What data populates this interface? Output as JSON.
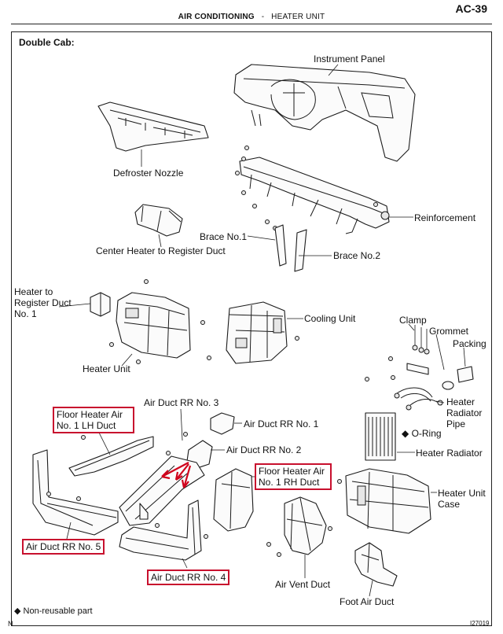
{
  "header": {
    "section": "AIR CONDITIONING",
    "separator": "-",
    "subsection": "HEATER UNIT",
    "page": "AC-39"
  },
  "subtitle": "Double Cab:",
  "labels": {
    "instrument_panel": "Instrument Panel",
    "defroster_nozzle": "Defroster Nozzle",
    "reinforcement": "Reinforcement",
    "brace_no1": "Brace No.1",
    "brace_no2": "Brace No.2",
    "center_heater_duct": "Center Heater to Register Duct",
    "heater_to_register_duct_no1": "Heater to Register Duct No. 1",
    "cooling_unit": "Cooling Unit",
    "heater_unit": "Heater Unit",
    "clamp": "Clamp",
    "grommet": "Grommet",
    "packing": "Packing",
    "heater_radiator_pipe": "Heater Radiator Pipe",
    "o_ring": "◆ O-Ring",
    "heater_radiator": "Heater Radiator",
    "heater_unit_case": "Heater Unit Case",
    "air_duct_rr_no3": "Air Duct RR No. 3",
    "air_duct_rr_no1": "Air Duct RR No. 1",
    "air_duct_rr_no2": "Air Duct RR No. 2",
    "floor_heater_lh": "Floor Heater Air No. 1 LH Duct",
    "floor_heater_rh": "Floor Heater Air No. 1 RH Duct",
    "air_duct_rr_no5": "Air Duct RR No. 5",
    "air_duct_rr_no4": "Air Duct RR No. 4",
    "air_vent_duct": "Air Vent Duct",
    "foot_air_duct": "Foot Air Duct"
  },
  "footer": {
    "legend": "◆ Non-reusable part",
    "corner_mark": "N",
    "figure_id": "I27019"
  },
  "colors": {
    "highlight_box": "#c8102e",
    "arrow": "#d0021b"
  },
  "icons": {
    "legend_marker": "diamond-icon",
    "annotation_arrows": "red-arrow-icon"
  }
}
